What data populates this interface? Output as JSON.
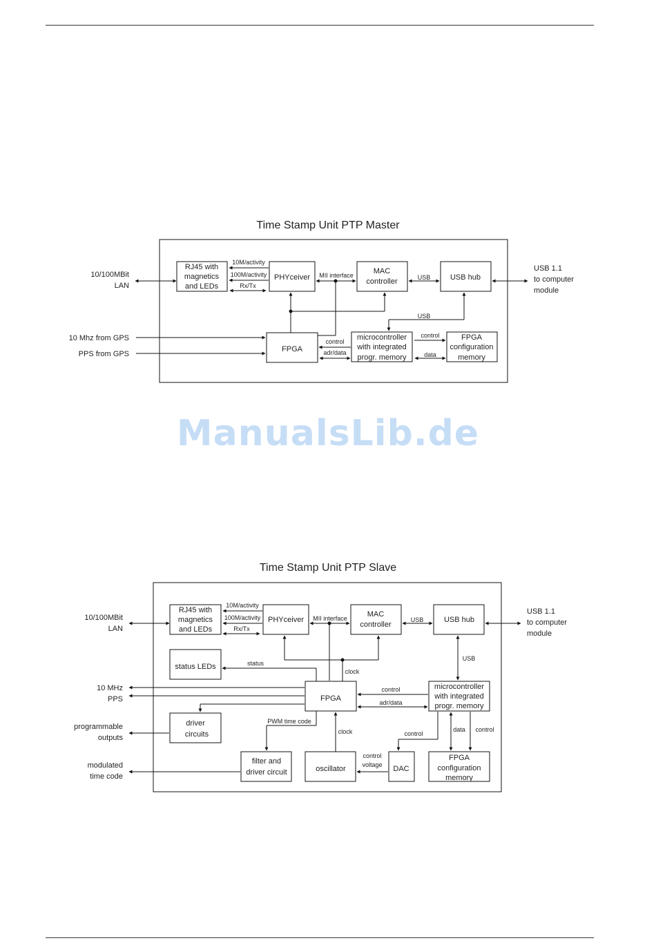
{
  "watermark": "ManualsLib.de",
  "master": {
    "title": "Time Stamp Unit PTP Master",
    "ext_left": {
      "lan_line1": "10/100MBit",
      "lan_line2": "LAN",
      "mhz": "10 Mhz from GPS",
      "pps": "PPS from GPS"
    },
    "ext_right": [
      "USB 1.1",
      "to computer",
      "module"
    ],
    "blocks": {
      "rj45": [
        "RJ45 with",
        "magnetics",
        "and LEDs"
      ],
      "phy": "PHYceiver",
      "mac": [
        "MAC",
        "controller"
      ],
      "usbhub": "USB hub",
      "fpga": "FPGA",
      "micro": [
        "microcontroller",
        "with integrated",
        "progr. memory"
      ],
      "fpgacfg": [
        "FPGA",
        "configuration",
        "memory"
      ]
    },
    "signals": {
      "s10m": "10M/activity",
      "s100m": "100M/activity",
      "rxtx": "Rx/Tx",
      "mii": "MII interface",
      "usb_mac": "USB",
      "usb_micro": "USB",
      "control_fpga": "control",
      "adr_data": "adr/data",
      "control_cfg": "control",
      "data_cfg": "data"
    }
  },
  "slave": {
    "title": "Time Stamp Unit PTP Slave",
    "ext_left": {
      "lan_line1": "10/100MBit",
      "lan_line2": "LAN",
      "mhz": "10 MHz",
      "pps": "PPS",
      "prog1": "programmable",
      "prog2": "outputs",
      "mod1": "modulated",
      "mod2": "time code"
    },
    "ext_right": [
      "USB 1.1",
      "to computer",
      "module"
    ],
    "blocks": {
      "rj45": [
        "RJ45 with",
        "magnetics",
        "and LEDs"
      ],
      "phy": "PHYceiver",
      "mac": [
        "MAC",
        "controller"
      ],
      "usbhub": "USB hub",
      "statusleds": "status LEDs",
      "fpga": "FPGA",
      "micro": [
        "microcontroller",
        "with integrated",
        "progr. memory"
      ],
      "driver": [
        "driver",
        "circuits"
      ],
      "filter": [
        "filter and",
        "driver circuit"
      ],
      "osc": "oscillator",
      "dac": "DAC",
      "fpgacfg": [
        "FPGA",
        "configuration",
        "memory"
      ]
    },
    "signals": {
      "s10m": "10M/activity",
      "s100m": "100M/activity",
      "rxtx": "Rx/Tx",
      "mii": "MII interface",
      "usb_mac": "USB",
      "usb_micro": "USB",
      "status": "status",
      "clock_top": "clock",
      "control_fpga": "control",
      "adr_data": "adr/data",
      "pwm": "PWM time code",
      "clock_osc": "clock",
      "control_dac": "control",
      "control_voltage1": "control",
      "control_voltage2": "voltage",
      "data_cfg": "data",
      "control_cfg": "control"
    }
  }
}
